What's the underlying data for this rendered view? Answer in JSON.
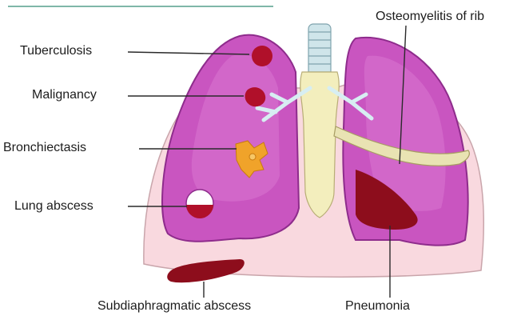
{
  "labels": {
    "tuberculosis": "Tuberculosis",
    "malignancy": "Malignancy",
    "bronchiectasis": "Bronchiectasis",
    "lung_abscess": "Lung abscess",
    "subdiaphragmatic_abscess": "Subdiaphragmatic abscess",
    "osteomyelitis_of_rib": "Osteomyelitis of rib",
    "pneumonia": "Pneumonia"
  },
  "colors": {
    "pleura": "#f9d9df",
    "lung": "#c955c0",
    "lung_dark": "#8e2c8c",
    "lesion": "#b0102a",
    "trachea": "#f3eebd",
    "bronchiectasis": "#f0a32a",
    "pneumonia": "#8d0d1c",
    "rib": "#e9e3b3",
    "leader_line": "#2a2a2a"
  }
}
